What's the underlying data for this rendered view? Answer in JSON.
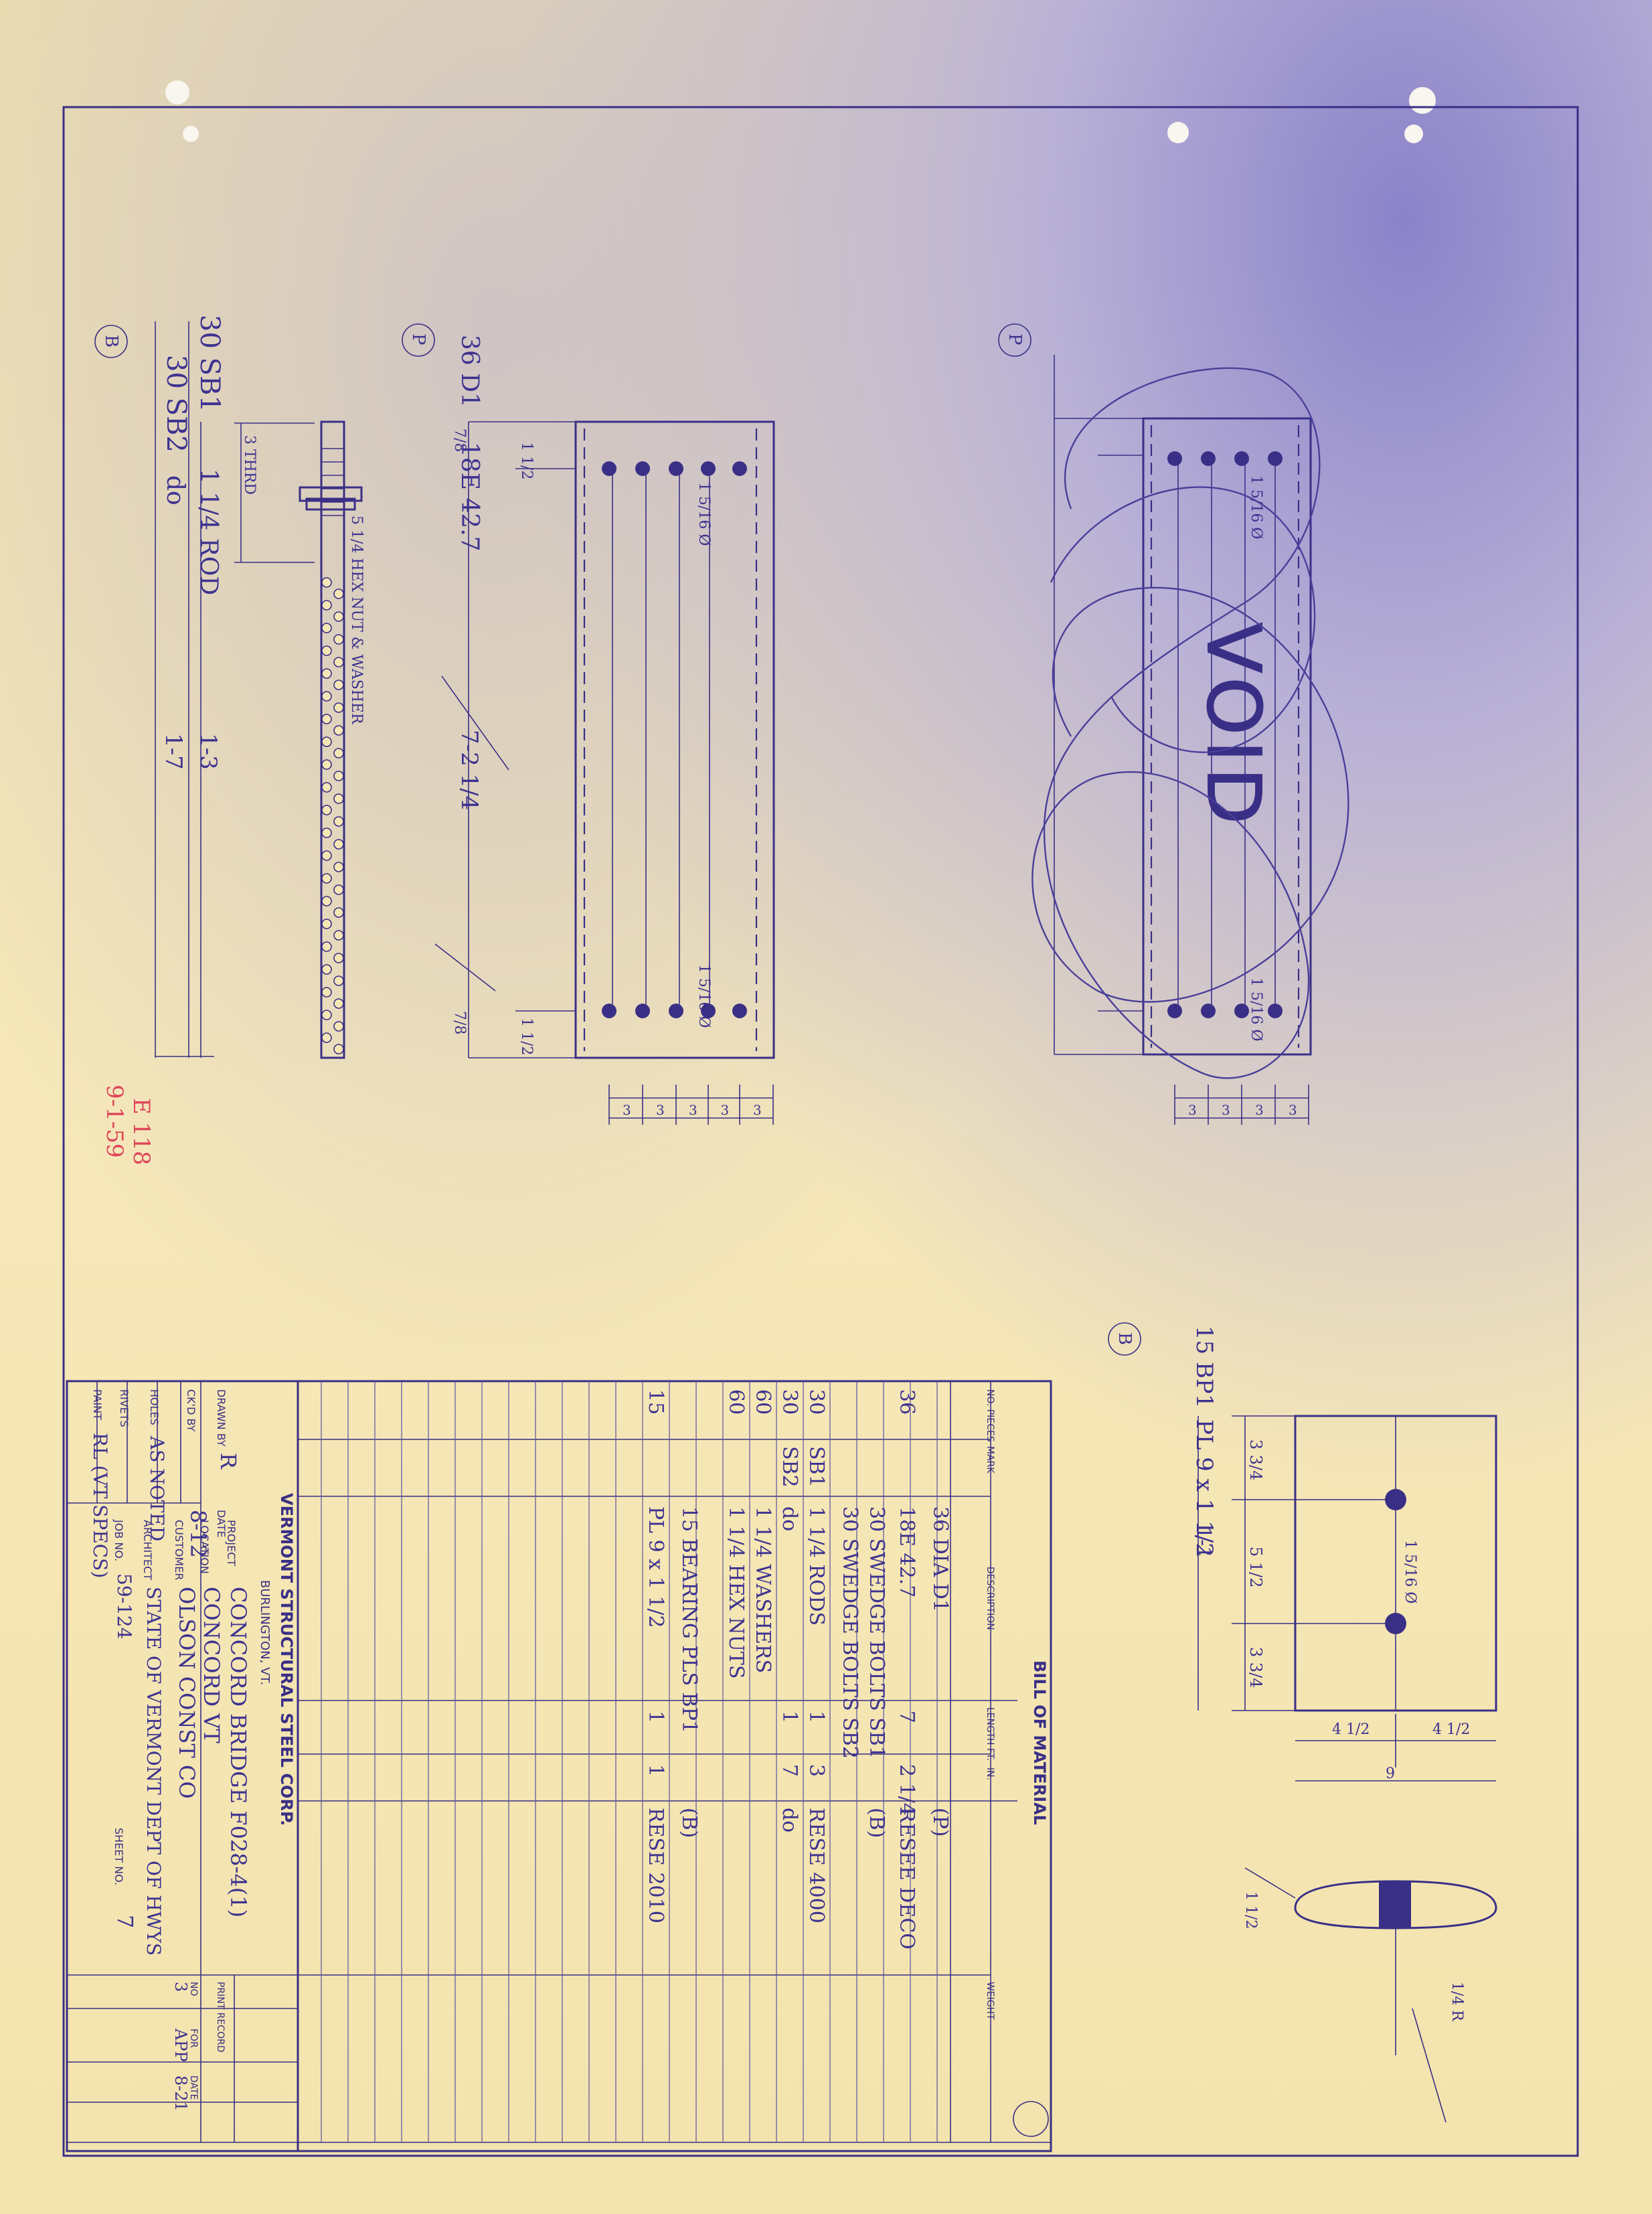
{
  "title_block": {
    "company": "VERMONT STRUCTURAL STEEL CORP.",
    "city": "BURLINGTON, VT.",
    "project_label": "PROJECT",
    "project": "CONCORD BRIDGE F028-4(1)",
    "location_label": "LOCATION",
    "location": "CONCORD VT",
    "customer_label": "CUSTOMER",
    "customer": "OLSON CONST CO",
    "architect_label": "ARCHITECT",
    "architect": "STATE OF VERMONT DEPT OF HWYS",
    "job_label": "JOB NO.",
    "job_no": "59-124",
    "sheet_label": "SHEET NO.",
    "sheet_no": "7",
    "drawn_by_label": "DRAWN BY",
    "drawn_by": "R",
    "checked_by_label": "CK'D BY",
    "date_label": "DATE",
    "date": "8-12",
    "holes_label": "HOLES",
    "holes": "AS NOTED",
    "rivets_label": "RIVETS",
    "paint_label": "PAINT",
    "paint": "RL (VT SPECS)",
    "print_record_label": "PRINT RECORD",
    "print_record_headers": [
      "NO",
      "FOR",
      "DATE"
    ],
    "print_record_row": [
      "3",
      "APP",
      "8-21"
    ]
  },
  "bill_of_material": {
    "title": "BILL OF MATERIAL",
    "headers": [
      "NO. PIECES",
      "MARK",
      "DESCRIPTION",
      "LENGTH FT.",
      "IN.",
      "WEIGHT"
    ],
    "rows": [
      {
        "pieces": "",
        "mark": "",
        "desc": "36 DIA D1",
        "ft": "",
        "in": "",
        "note": "(P)"
      },
      {
        "pieces": "36",
        "mark": "",
        "desc": "18E 42.7",
        "ft": "7",
        "in": "2 1/4",
        "note": "RESEE DECO"
      },
      {
        "pieces": "",
        "mark": "",
        "desc": "30 SWEDGE BOLTS SB1",
        "ft": "",
        "in": "",
        "note": "(B)"
      },
      {
        "pieces": "",
        "mark": "",
        "desc": "30 SWEDGE BOLTS SB2",
        "ft": "",
        "in": "",
        "note": ""
      },
      {
        "pieces": "30",
        "mark": "SB1",
        "desc": "1 1/4 RODS",
        "ft": "1",
        "in": "3",
        "note": "RESE 4000"
      },
      {
        "pieces": "30",
        "mark": "SB2",
        "desc": "do",
        "ft": "1",
        "in": "7",
        "note": "do"
      },
      {
        "pieces": "60",
        "mark": "",
        "desc": "1 1/4 WASHERS",
        "ft": "",
        "in": "",
        "note": ""
      },
      {
        "pieces": "60",
        "mark": "",
        "desc": "1 1/4 HEX NUTS",
        "ft": "",
        "in": "",
        "note": ""
      },
      {
        "pieces": "",
        "mark": "",
        "desc": "15 BEARING PLS BP1",
        "ft": "",
        "in": "",
        "note": "(B)"
      },
      {
        "pieces": "15",
        "mark": "",
        "desc": "PL 9 x 1 1/2",
        "ft": "1",
        "in": "1",
        "note": "RESE 2010"
      }
    ]
  },
  "details": {
    "swedge_marks": [
      "30 SB1",
      "30 SB2"
    ],
    "swedge_desc": "1 1/4 ROD",
    "swedge_do": "do",
    "swedge_len1": "1-3",
    "swedge_len2": "1-7",
    "thread_note": "3 THRD",
    "nut_note": "5 1/4 HEX NUT & WASHER",
    "circle_b": "B",
    "circle_p": "P",
    "d1_mark": "36 D1",
    "d1_desc": "18E 42.7",
    "d1_len": "7-2 1/4",
    "hole_note": "1 5/16 Ø",
    "edge_dim": "1 1/2",
    "end_dim": "7/8",
    "space_dims": [
      "3",
      "3",
      "3",
      "3",
      "3"
    ],
    "void_label": "VOID",
    "bp_mark": "15 BP1",
    "bp_desc": "PL 9 x 1 1/2",
    "bp_len": "1-1",
    "bp_dims": [
      "3 3/4",
      "5 1/2",
      "3 3/4"
    ],
    "bp_width_dims": [
      "4 1/2",
      "4 1/2",
      "9"
    ],
    "bp_hole": "1 5/16 Ø",
    "section_dim": "1 1/2",
    "section_note": "1/4 R",
    "stamp": [
      "E 118",
      "9-1-59"
    ]
  }
}
